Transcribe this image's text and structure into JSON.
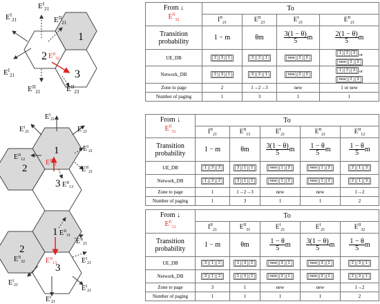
{
  "diagram1": {
    "labels": {
      "e1_tl": "E",
      "e2_top": "E",
      "one": "1",
      "e1_left": "E",
      "two": "2",
      "e_red": "E",
      "three": "3",
      "e2_bl": "E",
      "e2_br": "E"
    },
    "sup": {
      "I": "I",
      "II": "II"
    },
    "sub": {
      "s21": "21",
      "s32": "32",
      "s23": "23"
    }
  },
  "diagram2": {
    "labels": {
      "a": "E",
      "b": "E",
      "c": "E",
      "one": "1",
      "two": "2",
      "three": "3"
    },
    "sup": {
      "I": "I",
      "II": "II"
    },
    "sub": {
      "s21": "21",
      "s12": "12",
      "s31": "31",
      "s13": "13",
      "s32": "32"
    }
  },
  "colors": {
    "red": "#e02020",
    "hex_fill": "#d9d9d9",
    "line": "#777777"
  },
  "table1": {
    "from": "From",
    "from_arrow": "↓",
    "from_state": {
      "E": "E",
      "sup": "II",
      "sub": "32"
    },
    "to": "To",
    "headers": [
      {
        "E": "I",
        "sup": "II",
        "sub": "21"
      },
      {
        "E": "E",
        "sup": "II",
        "sub": "23"
      },
      {
        "E": "E",
        "sup": "I",
        "sub": "21"
      },
      {
        "E": "E",
        "sup": "II",
        "sub": "21"
      }
    ],
    "row_labels": {
      "tp1": "Transition",
      "tp2": "probability",
      "ue": "UE_DB",
      "net": "Network_DB",
      "zone": "Zone to page",
      "num": "Number of paging"
    },
    "probs": {
      "p1": "1 − m",
      "p2": "θm",
      "p3_num": "3(1 − θ)",
      "p3_den": "5",
      "p3_m": "m",
      "p4_num": "2(1 − θ)",
      "p4_den": "5",
      "p4_m": "m"
    },
    "ue": [
      "2 3 1",
      "3 2 1",
      "new 2 3",
      "1 2 3 or new 2 3"
    ],
    "net": [
      "2 3 1",
      "3 2 1",
      "new 2 3",
      "1 2 3 or new 2 3"
    ],
    "zone": [
      "2",
      "1→2→3",
      "new",
      "1 or new"
    ],
    "num": [
      "1",
      "3",
      "1",
      "1"
    ],
    "or": "or"
  },
  "table2": {
    "from": "From",
    "from_arrow": "↓",
    "from_state": {
      "E": "E",
      "sup": "II",
      "sub": "31"
    },
    "to": "To",
    "headers": [
      {
        "E": "I",
        "sup": "II",
        "sub": "21"
      },
      {
        "E": "E",
        "sup": "II",
        "sub": "13"
      },
      {
        "E": "E",
        "sup": "I",
        "sub": "21"
      },
      {
        "E": "E",
        "sup": "II",
        "sub": "21"
      },
      {
        "E": "E",
        "sup": "II",
        "sub": "12"
      }
    ],
    "row_labels": {
      "tp1": "Transition",
      "tp2": "probability",
      "ue": "UE_DB",
      "net": "Network_DB",
      "zone": "Zone to page",
      "num": "Number of paging"
    },
    "probs": {
      "p1": "1 − m",
      "p2": "θm",
      "p3_num": "3(1 − θ)",
      "p3_den": "5",
      "p3_m": "m",
      "p4_num": "1 − θ",
      "p4_den": "5",
      "p4_m": "m",
      "p5_num": "1 − θ",
      "p5_den": "5",
      "p5_m": "m"
    },
    "ue": [
      "1 3 2",
      "3 1 2",
      "new 1 3",
      "new 1 3",
      "2 1 3"
    ],
    "net": [
      "1 3 2",
      "3 1 2",
      "new 1 3",
      "new 1 3",
      "2 1 3"
    ],
    "zone": [
      "1",
      "1→2→3",
      "new",
      "new",
      "1→2"
    ],
    "num": [
      "1",
      "3",
      "1",
      "1",
      "2"
    ]
  },
  "table3": {
    "from": "From",
    "from_arrow": "↓",
    "from_state": {
      "E": "E",
      "sup": "II",
      "sub": "13"
    },
    "to": "To",
    "headers": [
      {
        "E": "I",
        "sup": "II",
        "sub": "21"
      },
      {
        "E": "E",
        "sup": "II",
        "sub": "31"
      },
      {
        "E": "E",
        "sup": "I",
        "sub": "21"
      },
      {
        "E": "E",
        "sup": "I",
        "sub": "21"
      },
      {
        "E": "E",
        "sup": "II",
        "sub": "32"
      }
    ],
    "row_labels": {
      "tp1": "Transition",
      "tp2": "probability",
      "ue": "UE_DB",
      "net": "Network_DB",
      "zone": "Zone to page",
      "num": "Number of paging"
    },
    "probs": {
      "p1": "1 − m",
      "p2": "θm",
      "p3_num": "1 − θ",
      "p3_den": "5",
      "p3_m": "m",
      "p4_num": "3(1 − θ)",
      "p4_den": "5",
      "p4_m": "m",
      "p5_num": "1 − θ",
      "p5_den": "5",
      "p5_m": "m"
    },
    "ue": [
      "3 1 2",
      "1 3 2",
      "new 3 1",
      "new 3 1",
      "2 3 1"
    ],
    "net": [
      "3 1 2",
      "1 3 2",
      "new 3 1",
      "new 3 1",
      "2 3 1"
    ],
    "zone": [
      "3",
      "1",
      "new",
      "new",
      "1→2"
    ],
    "num": [
      "1",
      "1",
      "1",
      "1",
      "2"
    ]
  }
}
